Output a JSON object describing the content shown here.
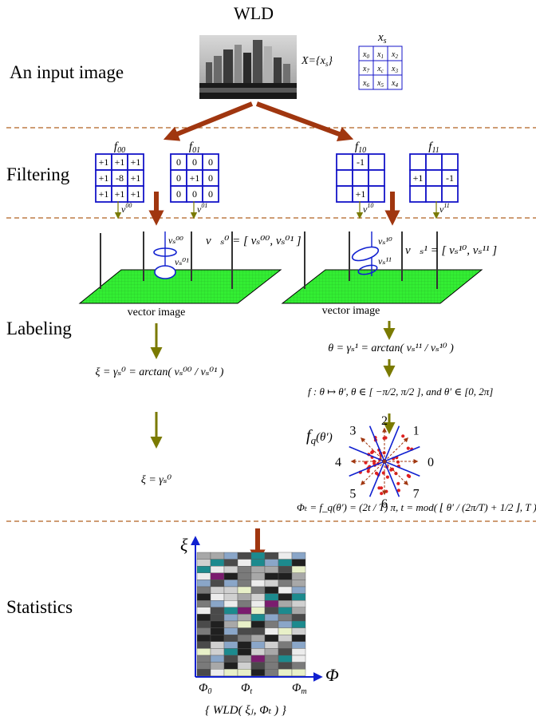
{
  "title": "WLD",
  "stages": {
    "input": "An input image",
    "filtering": "Filtering",
    "labeling": "Labeling",
    "statistics": "Statistics"
  },
  "input": {
    "set_label": "X={x",
    "set_sub": "s",
    "set_close": "}",
    "grid_title": "x",
    "grid_title_sub": "s",
    "grid": [
      [
        "x0",
        "x1",
        "x2"
      ],
      [
        "x7",
        "xc",
        "x3"
      ],
      [
        "x6",
        "x5",
        "x4"
      ]
    ]
  },
  "filters": {
    "f00": {
      "name": "f",
      "sub": "00",
      "cells": [
        [
          "+1",
          "+1",
          "+1"
        ],
        [
          "+1",
          "-8",
          "+1"
        ],
        [
          "+1",
          "+1",
          "+1"
        ]
      ],
      "output": "v",
      "output_sup": "00",
      "output_sub": "s"
    },
    "f01": {
      "name": "f",
      "sub": "01",
      "cells": [
        [
          "0",
          "0",
          "0"
        ],
        [
          "0",
          "+1",
          "0"
        ],
        [
          "0",
          "0",
          "0"
        ]
      ],
      "output": "v",
      "output_sup": "01",
      "output_sub": "s"
    },
    "f10": {
      "name": "f",
      "sub": "10",
      "cells": [
        [
          "",
          "-1",
          ""
        ],
        [
          "",
          "",
          ""
        ],
        [
          "",
          "+1",
          ""
        ]
      ],
      "output": "v",
      "output_sup": "10",
      "output_sub": "s"
    },
    "f11": {
      "name": "f",
      "sub": "11",
      "cells": [
        [
          "",
          "",
          ""
        ],
        [
          "+1",
          "",
          "-1"
        ],
        [
          "",
          "",
          ""
        ]
      ],
      "output": "v",
      "output_sup": "11",
      "output_sub": "s"
    }
  },
  "vectors": {
    "left_eq": "v⃗ₛ⁰ = [ vₛ⁰⁰, vₛ⁰¹ ]",
    "right_eq": "v⃗ₛ¹ = [ vₛ¹⁰, vₛ¹¹ ]",
    "left_labels": [
      "vₛ⁰⁰",
      "vₛ⁰¹"
    ],
    "right_labels": [
      "vₛ¹⁰",
      "vₛ¹¹"
    ],
    "plane_caption": "vector image"
  },
  "labeling": {
    "xi_eq": "ξ = γₛ⁰ = arctan( vₛ⁰⁰ / vₛ⁰¹ )",
    "xi_result": "ξ = γₛ⁰",
    "theta_eq": "θ = γₛ¹ = arctan( vₛ¹¹ / vₛ¹⁰ )",
    "map_eq": "f : θ ↦ θ′,   θ ∈ [ −π/2, π/2 ], and θ′ ∈ [0, 2π]",
    "fq_label": "f",
    "fq_sub": "q",
    "fq_arg": "(θ′)",
    "sector_numbers": [
      "0",
      "1",
      "2",
      "3",
      "4",
      "5",
      "6",
      "7"
    ],
    "phi_eq": "Φₜ = f_q(θ′) = (2t / T) π,  t = mod( ⌊ θ′ / (2π/T) + 1/2 ⌋, T )"
  },
  "statistics": {
    "y_axis": "ξ",
    "x_axis": "Φ",
    "ticks": [
      "Φ0",
      "Φt",
      "Φm"
    ],
    "tick_base": "Φ",
    "tick_subs": [
      "0",
      "t",
      "m"
    ],
    "caption": "{ WLD( ξⱼ, Φₜ ) }",
    "palette": [
      "#202020",
      "#4a4a4a",
      "#7a7a7a",
      "#a8a8a8",
      "#d0d0d0",
      "#ececec",
      "#8aa6c8",
      "#1c8a8e",
      "#7a1c6e",
      "#e8f0c8",
      "#c8c8c8",
      "#5c5c5c"
    ]
  },
  "colors": {
    "arrow_main": "#a0360f",
    "arrow_small": "#7a7a00",
    "filter_border": "#1414c8",
    "plane": "#33ee33",
    "axis": "#1020d0",
    "divider": "#b06020",
    "dots": "#e02020",
    "sector_lines": "#1020d0"
  }
}
